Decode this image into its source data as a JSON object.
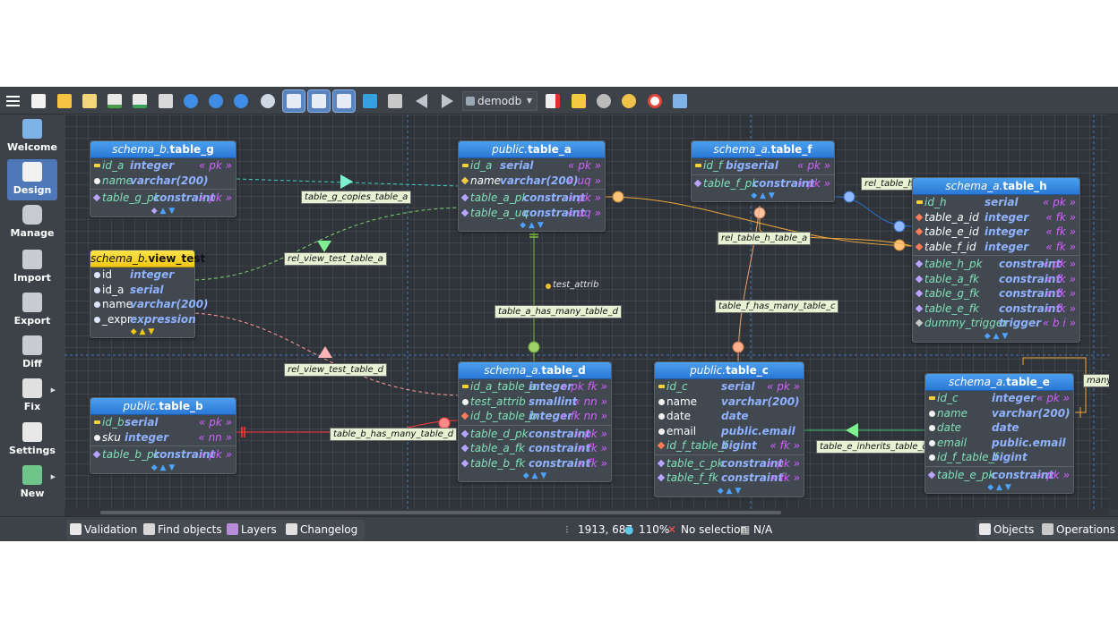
{
  "toolbar": {
    "database": "demodb",
    "buttons": [
      "menu-icon",
      "new-model-icon",
      "open-icon",
      "recent-icon",
      "save-icon",
      "save-as-icon",
      "print-icon",
      "zoom-out-icon",
      "zoom-reset-icon",
      "zoom-in-icon",
      "find-icon",
      "grid-icon",
      "align-grid-icon",
      "page-delimiters-icon",
      "overview-icon",
      "arrange-icon",
      "back-icon",
      "forward-icon",
      "close-model-icon",
      "fix-icon",
      "compact-view-icon",
      "plugins-icon",
      "support-icon",
      "about-icon"
    ]
  },
  "sidebar": {
    "items": [
      {
        "label": "Welcome",
        "icon": "welcome-icon"
      },
      {
        "label": "Design",
        "icon": "design-icon"
      },
      {
        "label": "Manage",
        "icon": "manage-icon"
      },
      {
        "label": "Import",
        "icon": "import-icon"
      },
      {
        "label": "Export",
        "icon": "export-icon"
      },
      {
        "label": "Diff",
        "icon": "diff-icon"
      },
      {
        "label": "Fix",
        "icon": "fix-icon"
      },
      {
        "label": "Settings",
        "icon": "settings-icon"
      },
      {
        "label": "New",
        "icon": "new-icon"
      }
    ]
  },
  "tables": {
    "table_g": {
      "schema": "schema_b.",
      "name": "table_g",
      "rows": [
        {
          "name": "id_a",
          "type": "integer",
          "tag": "« pk »"
        },
        {
          "name": "name",
          "type": "varchar(200)",
          "tag": ""
        },
        {
          "name": "table_g_pk",
          "type": "constraint",
          "tag": "« pk »"
        }
      ]
    },
    "table_a": {
      "schema": "public.",
      "name": "table_a",
      "rows": [
        {
          "name": "id_a",
          "type": "serial",
          "tag": "« pk »"
        },
        {
          "name": "name",
          "type": "varchar(200)",
          "tag": "« uq »"
        },
        {
          "name": "table_a_pk",
          "type": "constraint",
          "tag": "« pk »"
        },
        {
          "name": "table_a_uq",
          "type": "constraint",
          "tag": "« uq »"
        }
      ]
    },
    "table_f": {
      "schema": "schema_a.",
      "name": "table_f",
      "rows": [
        {
          "name": "id_f",
          "type": "bigserial",
          "tag": "« pk »"
        },
        {
          "name": "table_f_pk",
          "type": "constraint",
          "tag": "« pk »"
        }
      ]
    },
    "table_h": {
      "schema": "schema_a.",
      "name": "table_h",
      "rows": [
        {
          "name": "id_h",
          "type": "serial",
          "tag": "« pk »"
        },
        {
          "name": "table_a_id",
          "type": "integer",
          "tag": "« fk »"
        },
        {
          "name": "table_e_id",
          "type": "integer",
          "tag": "« fk »"
        },
        {
          "name": "table_f_id",
          "type": "integer",
          "tag": "« fk »"
        },
        {
          "name": "table_h_pk",
          "type": "constraint",
          "tag": "« pk »"
        },
        {
          "name": "table_a_fk",
          "type": "constraint",
          "tag": "« fk »"
        },
        {
          "name": "table_g_fk",
          "type": "constraint",
          "tag": "« fk »"
        },
        {
          "name": "table_e_fk",
          "type": "constraint",
          "tag": "« fk »"
        },
        {
          "name": "dummy_trigger",
          "type": "trigger",
          "tag": "« b i »"
        }
      ]
    },
    "view_test": {
      "schema": "schema_b.",
      "name": "view_test",
      "rows": [
        {
          "name": "id",
          "type": "integer",
          "tag": ""
        },
        {
          "name": "id_a",
          "type": "serial",
          "tag": ""
        },
        {
          "name": "name",
          "type": "varchar(200)",
          "tag": ""
        },
        {
          "name": "_expr",
          "type": "expression",
          "tag": ""
        }
      ]
    },
    "table_b": {
      "schema": "public.",
      "name": "table_b",
      "rows": [
        {
          "name": "id_b",
          "type": "serial",
          "tag": "« pk »"
        },
        {
          "name": "sku",
          "type": "integer",
          "tag": "« nn »"
        },
        {
          "name": "table_b_pk",
          "type": "constraint",
          "tag": "« pk »"
        }
      ]
    },
    "table_d": {
      "schema": "schema_a.",
      "name": "table_d",
      "rows": [
        {
          "name": "id_a_table_a",
          "type": "integer",
          "tag": "« pk fk »"
        },
        {
          "name": "test_attrib",
          "type": "smallint",
          "tag": "« nn »"
        },
        {
          "name": "id_b_table_b",
          "type": "integer",
          "tag": "« fk nn »"
        },
        {
          "name": "table_d_pk",
          "type": "constraint",
          "tag": "« pk »"
        },
        {
          "name": "table_a_fk",
          "type": "constraint",
          "tag": "« fk »"
        },
        {
          "name": "table_b_fk",
          "type": "constraint",
          "tag": "« fk »"
        }
      ]
    },
    "table_c": {
      "schema": "public.",
      "name": "table_c",
      "rows": [
        {
          "name": "id_c",
          "type": "serial",
          "tag": "« pk »"
        },
        {
          "name": "name",
          "type": "varchar(200)",
          "tag": ""
        },
        {
          "name": "date",
          "type": "date",
          "tag": ""
        },
        {
          "name": "email",
          "type": "public.email",
          "tag": ""
        },
        {
          "name": "id_f_table_f",
          "type": "bigint",
          "tag": "« fk »"
        },
        {
          "name": "table_c_pk",
          "type": "constraint",
          "tag": "« pk »"
        },
        {
          "name": "table_f_fk",
          "type": "constraint",
          "tag": "« fk »"
        }
      ]
    },
    "table_e": {
      "schema": "schema_a.",
      "name": "table_e",
      "rows": [
        {
          "name": "id_c",
          "type": "integer",
          "tag": "« pk »"
        },
        {
          "name": "name",
          "type": "varchar(200)",
          "tag": ""
        },
        {
          "name": "date",
          "type": "date",
          "tag": ""
        },
        {
          "name": "email",
          "type": "public.email",
          "tag": ""
        },
        {
          "name": "id_f_table_f",
          "type": "bigint",
          "tag": ""
        },
        {
          "name": "table_e_pk",
          "type": "constraint",
          "tag": "« pk »"
        }
      ]
    }
  },
  "relationships": {
    "rel_g_a": "table_g_copies_table_a",
    "rel_view_a": "rel_view_test_table_a",
    "rel_view_d": "rel_view_test_table_d",
    "rel_a_d": "table_a_has_many_table_d",
    "rel_b_d": "table_b_has_many_table_d",
    "rel_h_a": "rel_table_h_table_a",
    "rel_h_trunc": "rel_table_h_",
    "rel_f_c": "table_f_has_many_table_c",
    "rel_e_c": "table_e_inherits_table_c",
    "rel_many": "many",
    "attr_label": "test_attrib"
  },
  "statusbar": {
    "validation": "Validation",
    "find_objects": "Find objects",
    "layers": "Layers",
    "changelog": "Changelog",
    "coords": "1913, 687",
    "zoom": "110%",
    "selection": "No selection",
    "na": "N/A",
    "objects": "Objects",
    "operations": "Operations"
  },
  "colors": {
    "canvas": "#2f343a",
    "header": "#2a78d6",
    "view_header": "#f1c915",
    "fk_orange": "#f0a83a",
    "green": "#6fd09a",
    "red": "#ff4a4a",
    "pink": "#ff9a9a"
  }
}
